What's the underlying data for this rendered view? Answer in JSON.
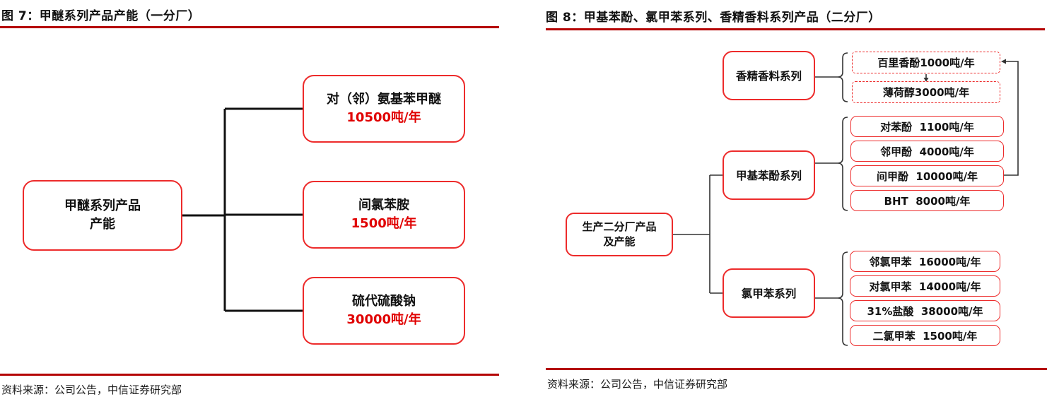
{
  "figure_left": {
    "title": "图 7：甲醚系列产品产能（一分厂）",
    "root": {
      "line1": "甲醚系列产品",
      "line2": "产能"
    },
    "children": [
      {
        "name": "对（邻）氨基苯甲醚",
        "capacity": "10500吨/年"
      },
      {
        "name": "间氯苯胺",
        "capacity": "1500吨/年"
      },
      {
        "name": "硫代硫酸钠",
        "capacity": "30000吨/年"
      }
    ],
    "source": "资料来源：公司公告，中信证券研究部"
  },
  "figure_right": {
    "title": "图 8：甲基苯酚、氯甲苯系列、香精香料系列产品（二分厂）",
    "root": {
      "line1": "生产二分厂产品",
      "line2": "及产能"
    },
    "groups": [
      {
        "name": "香精香料系列",
        "items": [
          "百里香酚1000吨/年",
          "薄荷醇3000吨/年"
        ]
      },
      {
        "name": "甲基苯酚系列",
        "items": [
          "对苯酚  1100吨/年",
          "邻甲酚  4000吨/年",
          "间甲酚  10000吨/年",
          "BHT  8000吨/年"
        ]
      },
      {
        "name": "氯甲苯系列",
        "items": [
          "邻氯甲苯  16000吨/年",
          "对氯甲苯  14000吨/年",
          "31%盐酸  38000吨/年",
          "二氯甲苯  1500吨/年"
        ]
      }
    ],
    "source": "资料来源：公司公告，中信证券研究部"
  },
  "colors": {
    "node_border_red": "#ed2b2b",
    "capacity_text_red": "#e00000",
    "rule_dark_red": "#b40000"
  }
}
